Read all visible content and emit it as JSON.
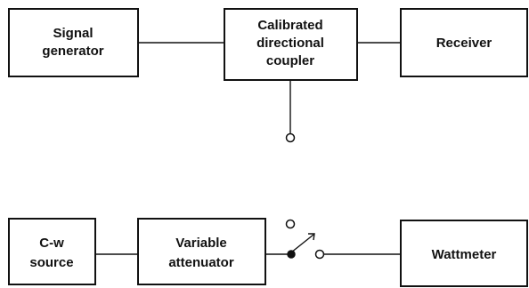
{
  "blocks": {
    "signal_generator": {
      "lines": [
        "Signal",
        "generator"
      ]
    },
    "directional_coupler": {
      "lines": [
        "Calibrated",
        "directional",
        "coupler"
      ]
    },
    "receiver": {
      "lines": [
        "Receiver"
      ]
    },
    "cw_source": {
      "lines": [
        "C-w",
        "source"
      ]
    },
    "variable_attenuator": {
      "lines": [
        "Variable",
        "attenuator"
      ]
    },
    "wattmeter": {
      "lines": [
        "Wattmeter"
      ]
    }
  },
  "colors": {
    "ink": "#111111",
    "paper": "#ffffff"
  }
}
